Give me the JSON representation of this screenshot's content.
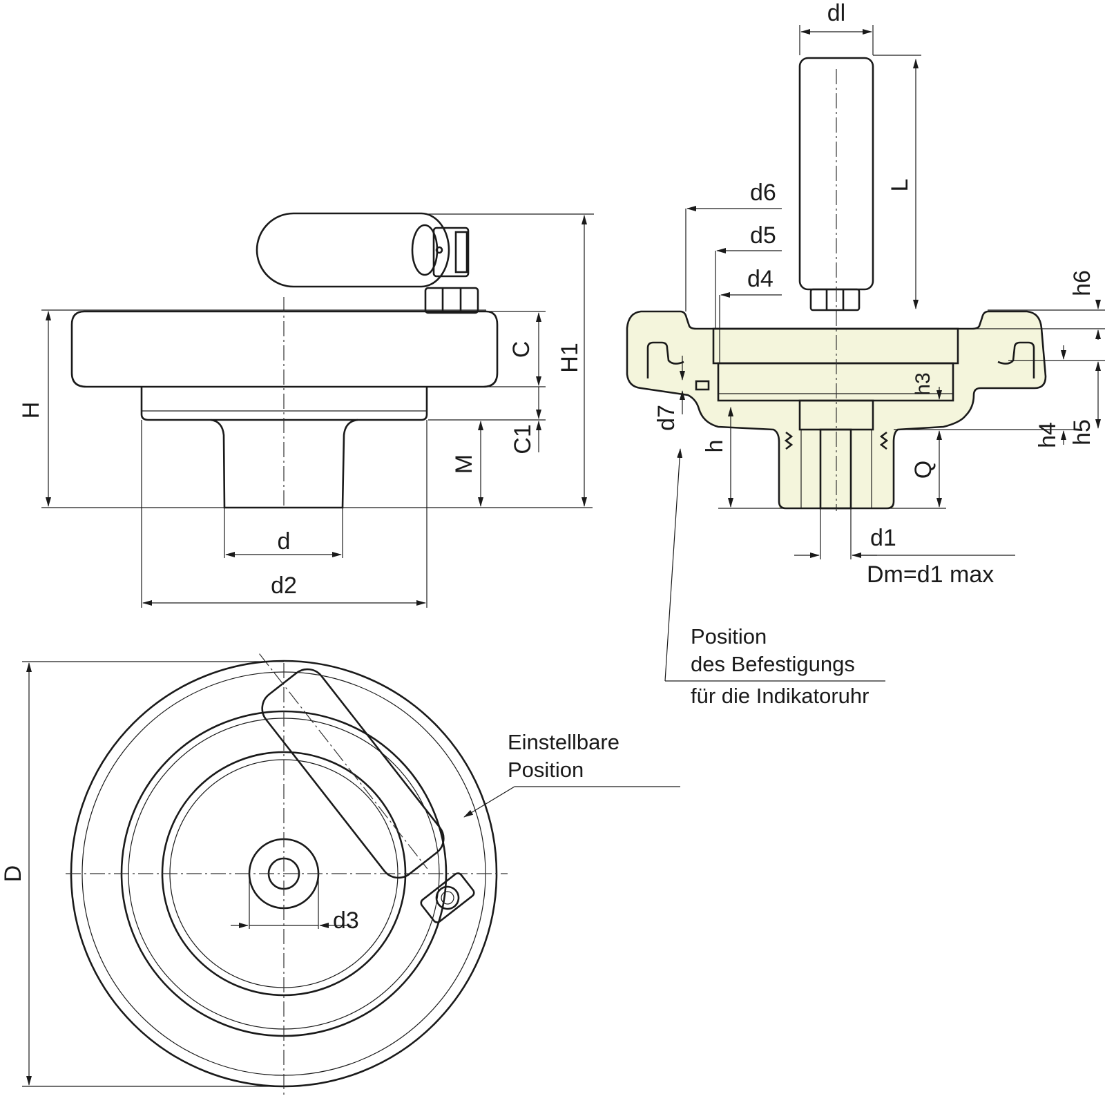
{
  "colors": {
    "line": "#1a1a1a",
    "section_fill": "#f4f5dc",
    "section_fill_dark": "#eef0c8",
    "background": "#ffffff"
  },
  "side_view": {
    "labels": {
      "H": "H",
      "H1": "H1",
      "C": "C",
      "C1": "C1",
      "M": "M",
      "d": "d",
      "d2": "d2"
    }
  },
  "section_view": {
    "labels": {
      "dl": "dl",
      "L": "L",
      "d6": "d6",
      "d5": "d5",
      "d4": "d4",
      "h6": "h6",
      "h3": "h3",
      "h4": "h4",
      "h5": "h5",
      "h": "h",
      "d7": "d7",
      "Q": "Q",
      "d1": "d1",
      "dm": "Dm=d1 max"
    },
    "note_lines": [
      "Position",
      "des Befestigungs",
      "für die Indikatoruhr"
    ]
  },
  "top_view": {
    "labels": {
      "D": "D",
      "d3": "d3"
    },
    "note_lines": [
      "Einstellbare",
      "Position"
    ]
  }
}
